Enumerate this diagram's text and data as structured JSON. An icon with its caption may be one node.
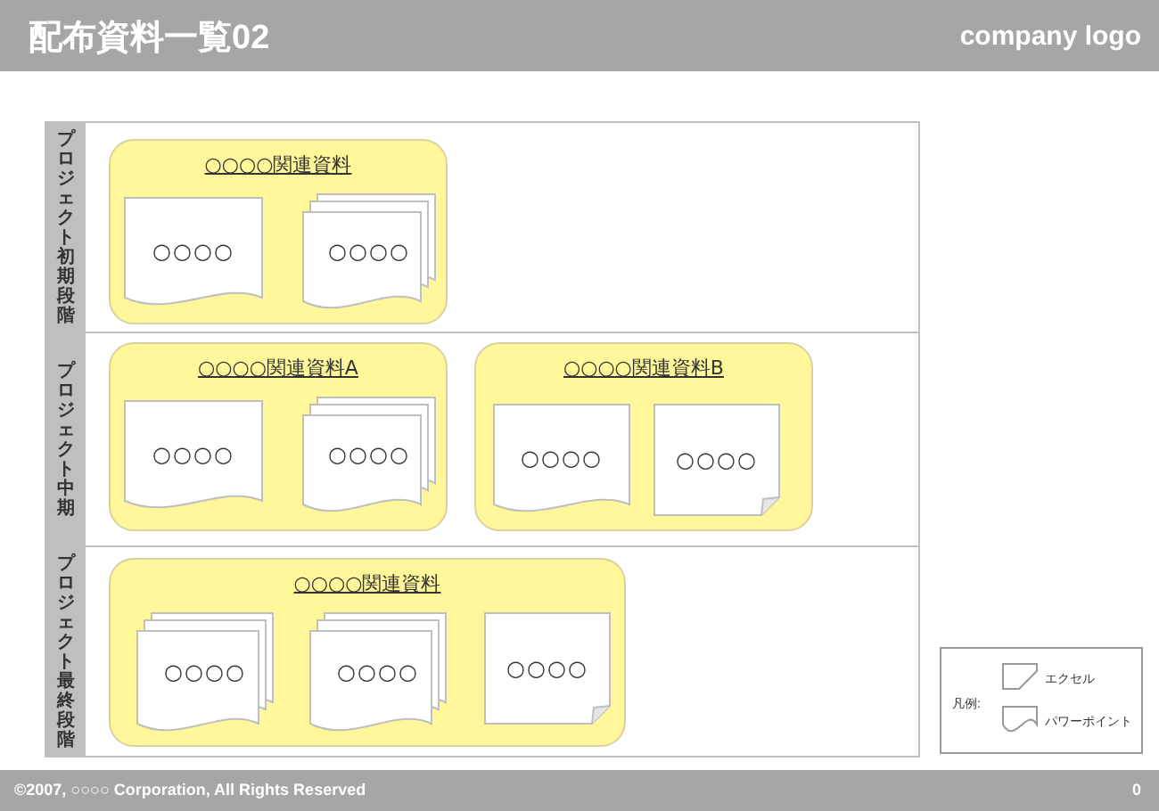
{
  "diagram": {
    "title": "配布資料一覧02",
    "nodes": [
      {
        "text": [
          "プロジェクト初期段階"
        ]
      },
      {
        "text": [
          "○○○○関連資料"
        ],
        "in": 0
      },
      {
        "text": [
          "○○○○"
        ],
        "in": 1
      },
      {
        "text": [
          "○○○○"
        ],
        "in": 1
      },
      {
        "text": [
          "プロジェクト中期"
        ]
      },
      {
        "text": [
          "○○○○関連資料A"
        ],
        "in": 4
      },
      {
        "text": [
          "○○○○"
        ],
        "in": 5
      },
      {
        "text": [
          "○○○○"
        ],
        "in": 5
      },
      {
        "text": [
          "○○○○関連資料B"
        ],
        "in": 4
      },
      {
        "text": [
          "○○○○"
        ],
        "in": 8
      },
      {
        "text": [
          "○○○○"
        ],
        "in": 8
      },
      {
        "text": [
          "プロジェクト最終段階"
        ]
      },
      {
        "text": [
          "○○○○関連資料"
        ],
        "in": 11
      },
      {
        "text": [
          "○○○○"
        ],
        "in": 12
      },
      {
        "text": [
          "○○○○"
        ],
        "in": 12
      },
      {
        "text": [
          "○○○○"
        ],
        "in": 12
      }
    ],
    "labels": [
      "company logo",
      "凡例:",
      "©2007, ○○○○ Corporation, All Rights Reserved",
      "0"
    ],
    "legend": [
      {
        "text": "エクセル"
      },
      {
        "text": "パワーポイント"
      }
    ]
  }
}
